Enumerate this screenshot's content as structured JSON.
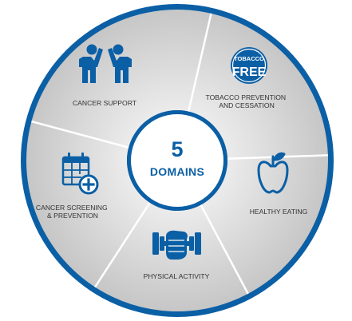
{
  "center": {
    "number": "5",
    "label": "DOMAINS"
  },
  "domains": [
    {
      "lines": [
        "CANCER SUPPORT"
      ],
      "icon": "people-high-five-icon"
    },
    {
      "lines": [
        "TOBACCO PREVENTION",
        "AND CESSATION"
      ],
      "icon": "tobacco-free-badge-icon",
      "badge": [
        "TOBACCO",
        "FREE"
      ]
    },
    {
      "lines": [
        "HEALTHY EATING"
      ],
      "icon": "apple-icon"
    },
    {
      "lines": [
        "PHYSICAL ACTIVITY"
      ],
      "icon": "dumbbell-icon"
    },
    {
      "lines": [
        "CANCER SCREENING",
        "& PREVENTION"
      ],
      "icon": "calendar-plus-icon"
    }
  ],
  "colors": {
    "brand_blue": "#0b5fa5",
    "segment_light": "#ececec",
    "segment_dark": "#c4c4c4",
    "divider": "#ffffff",
    "label_text": "#333333"
  }
}
